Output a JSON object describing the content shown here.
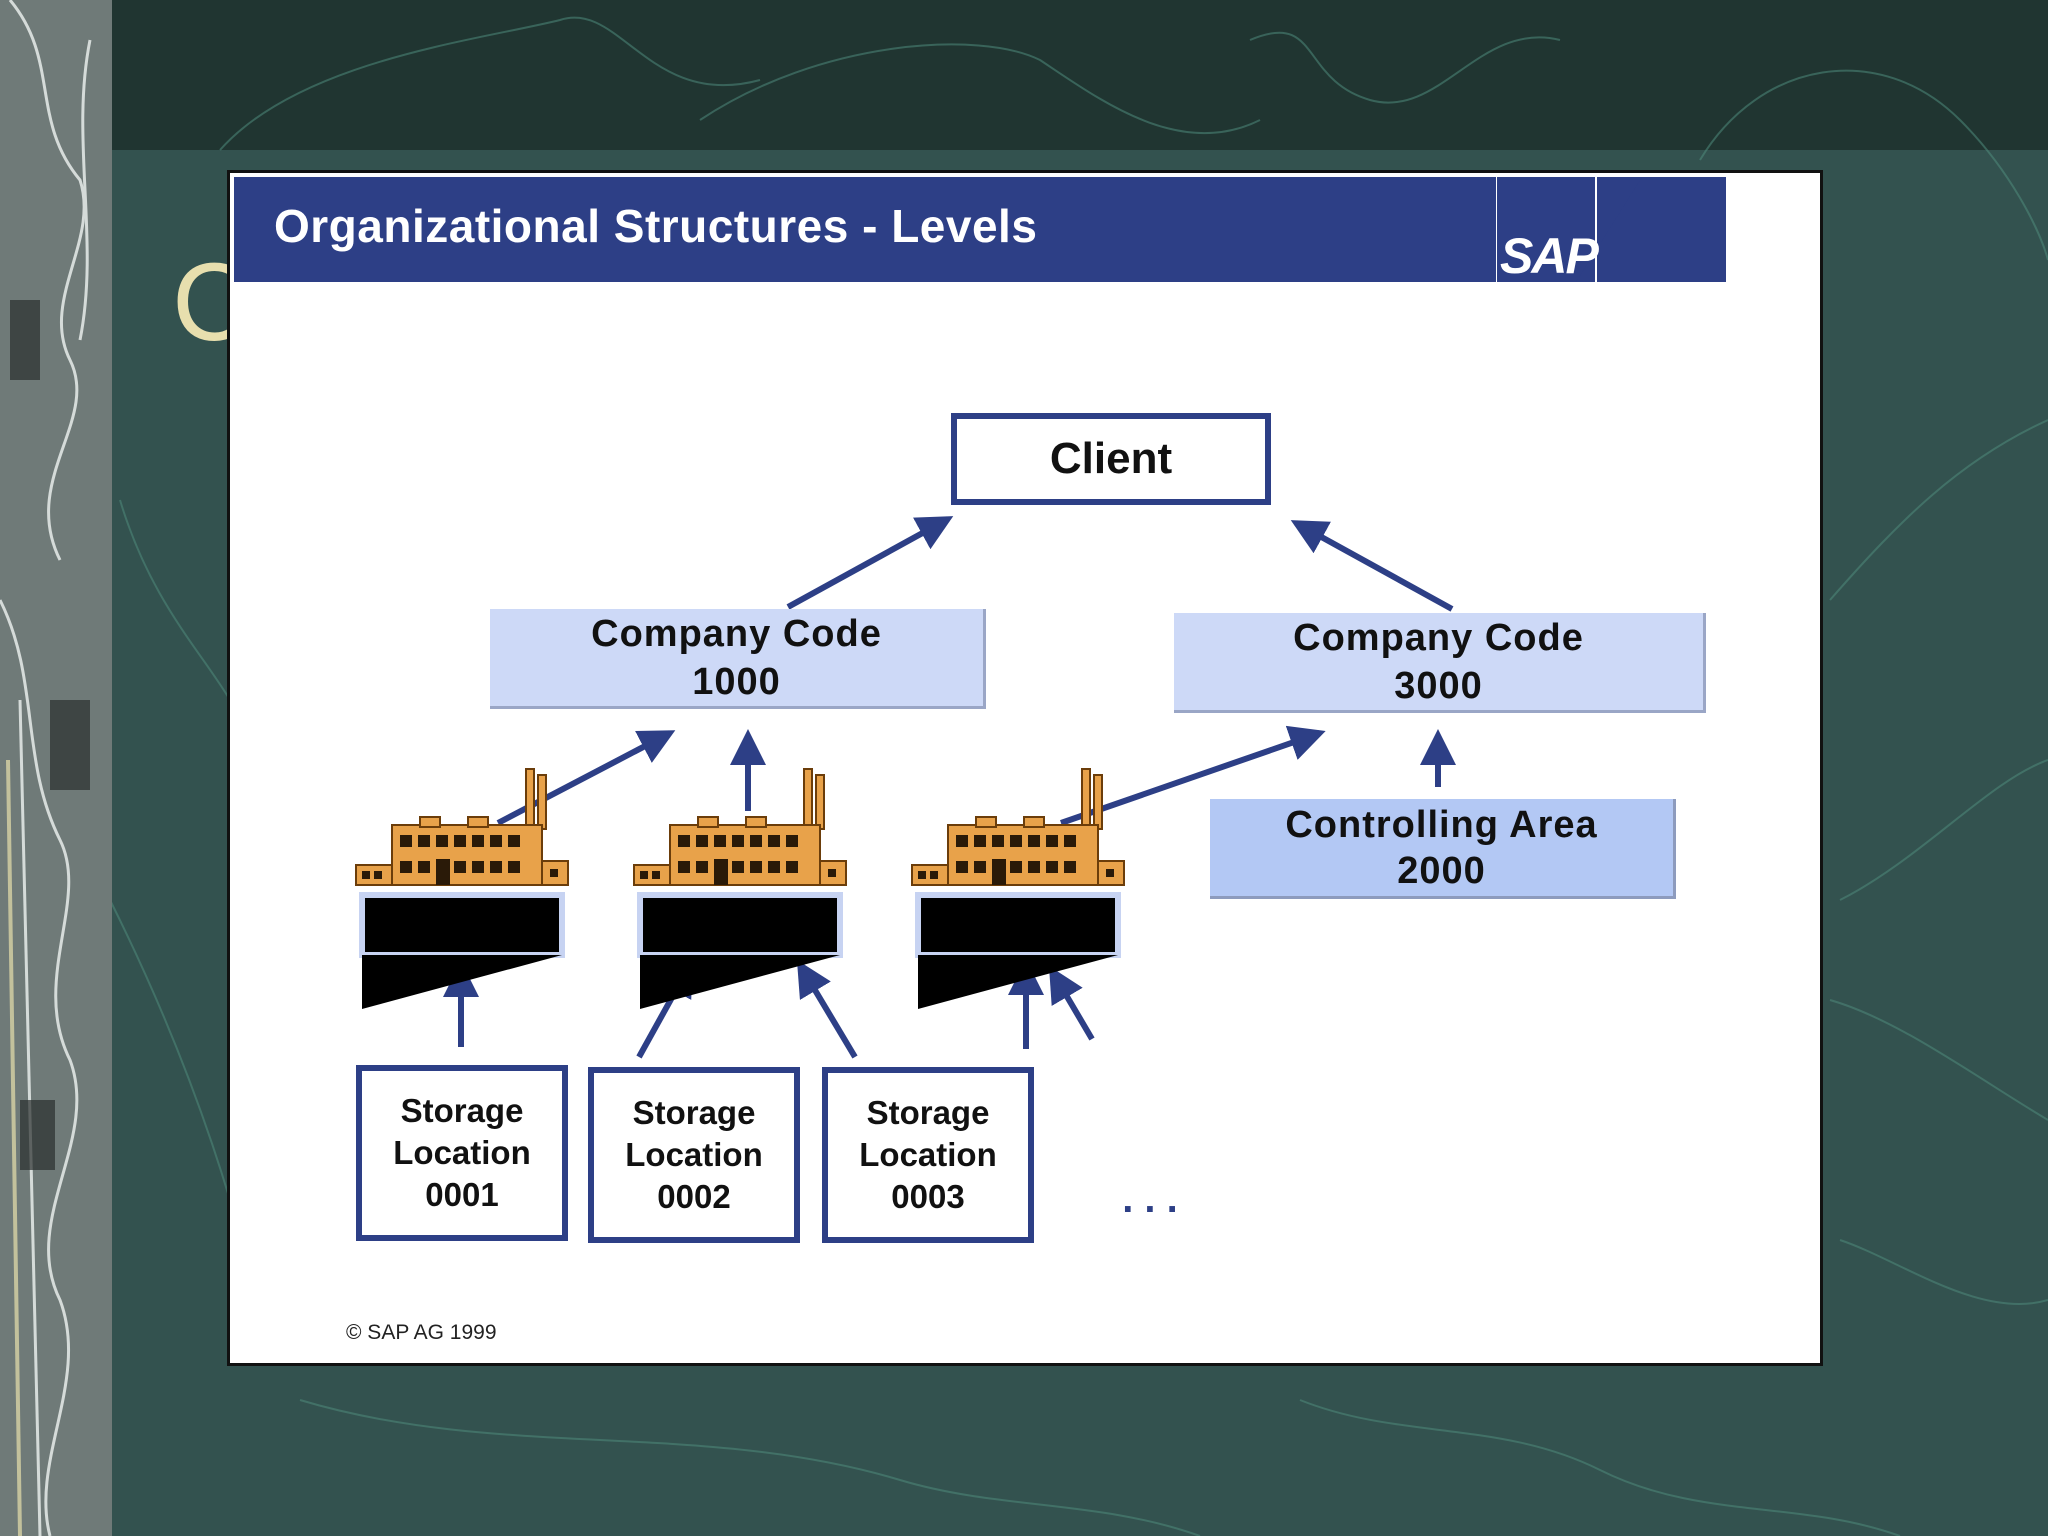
{
  "slide": {
    "title_fragment": "C"
  },
  "header": {
    "title": "Organizational Structures - Levels",
    "logo_text": "SAP"
  },
  "diagram": {
    "client": {
      "label": "Client"
    },
    "company_codes": [
      {
        "label": "Company Code",
        "code": "1000"
      },
      {
        "label": "Company Code",
        "code": "3000"
      }
    ],
    "controlling_area": {
      "label": "Controlling Area",
      "code": "2000"
    },
    "storage_locations": [
      {
        "line1": "Storage",
        "line2": "Location",
        "code": "0001"
      },
      {
        "line1": "Storage",
        "line2": "Location",
        "code": "0002"
      },
      {
        "line1": "Storage",
        "line2": "Location",
        "code": "0003"
      }
    ],
    "more_indicator": ". . ."
  },
  "footer": {
    "copyright": "© SAP AG 1999"
  },
  "colors": {
    "header_blue": "#2d3f86",
    "company_code_fill": "#cdd9f7",
    "controlling_area_fill": "#b3c8f4",
    "arrow_blue": "#2d3f86",
    "plant_orange": "#e8a24a",
    "background_teal": "#33524f"
  }
}
